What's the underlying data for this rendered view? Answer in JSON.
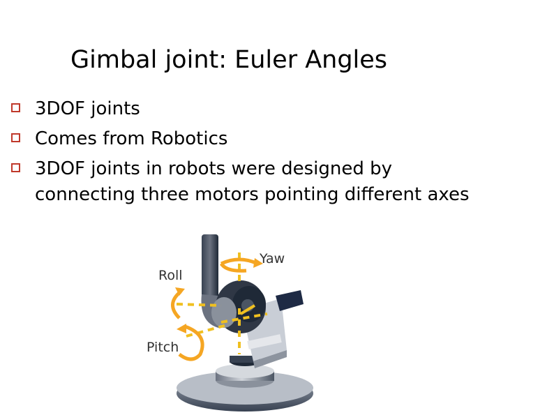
{
  "slide": {
    "title": "Gimbal joint: Euler Angles",
    "bullets": [
      "3DOF joints",
      "Comes from Robotics",
      "3DOF joints in robots were designed by connecting three motors pointing different axes"
    ]
  },
  "figure": {
    "labels": {
      "yaw": "Yaw",
      "roll": "Roll",
      "pitch": "Pitch"
    }
  },
  "colors": {
    "bullet": "#c0392b",
    "arrow": "#f5a623",
    "axis": "#f0c020"
  }
}
